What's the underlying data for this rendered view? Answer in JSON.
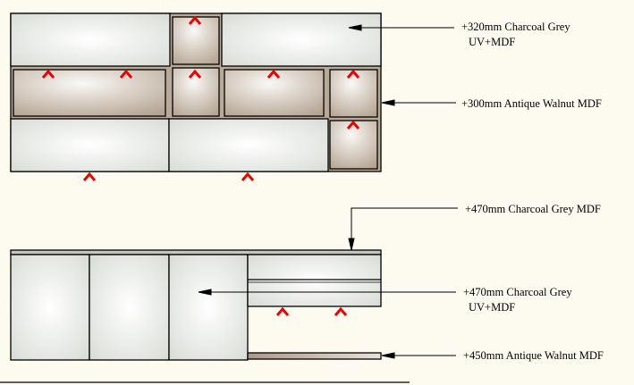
{
  "labels": {
    "top_upper_line1": "+320mm Charcoal Grey",
    "top_upper_line2": "UV+MDF",
    "top_walnut": "+300mm Antique Walnut MDF",
    "bottom_top_strip": "+470mm Charcoal Grey MDF",
    "bottom_doors_line1": "+470mm Charcoal Grey",
    "bottom_doors_line2": "UV+MDF",
    "bottom_plank": "+450mm Antique Walnut MDF"
  },
  "colors": {
    "background": "#fdfbf0",
    "handle": "#ee0000",
    "walnut": "#b9aa98",
    "grey_panel": "#e4e6e2"
  }
}
